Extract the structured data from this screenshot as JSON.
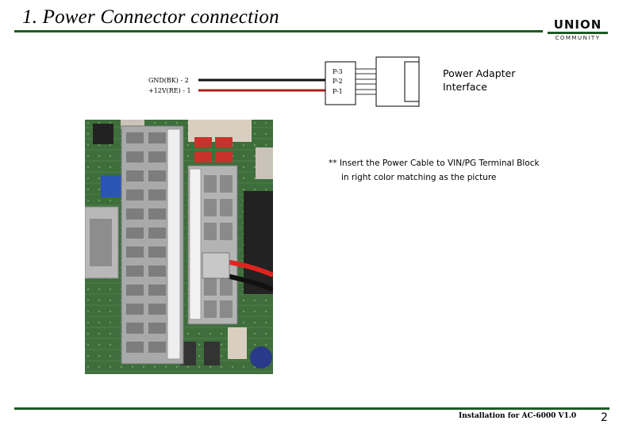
{
  "header": {
    "title": "1. Power Connector connection",
    "logo_main": "UNION",
    "logo_sub": "COMMUNITY"
  },
  "diagram": {
    "wire_labels": [
      "GND(BK) - 2",
      "+12V(RE) - 1"
    ],
    "pin_labels": [
      "P-3",
      "P-2",
      "P-1"
    ],
    "adapter_label_line1": "Power Adapter",
    "adapter_label_line2": "Interface",
    "wire_colors": {
      "gnd": "#111111",
      "vcc": "#cc2222"
    }
  },
  "instructions": {
    "line1": "** Insert the Power Cable to VIN/PG Terminal Block",
    "line2": "in right color matching as the picture"
  },
  "footer": {
    "doc_name": "Installation for AC-6000 V1.0",
    "page_number": "2"
  }
}
